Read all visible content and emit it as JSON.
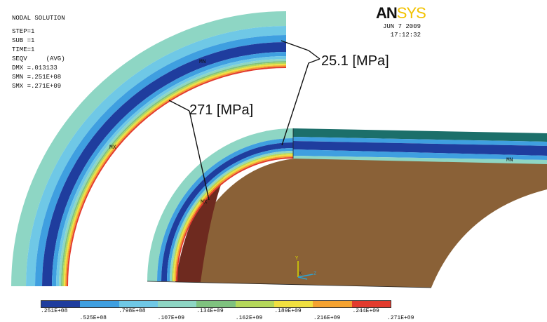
{
  "info": {
    "title": "NODAL SOLUTION",
    "step": "STEP=1",
    "sub": "SUB =1",
    "time": "TIME=1",
    "seqv": "SEQV     (AVG)",
    "dmx": "DMX =.013133",
    "smn": "SMN =.251E+08",
    "smx": "SMX =.271E+09"
  },
  "logo": {
    "an": "AN",
    "sys": "SYS"
  },
  "date": {
    "day": "JUN  7 2009",
    "time": "17:12:32"
  },
  "callouts": {
    "min": "25.1 [MPa]",
    "max": "271 [MPa]"
  },
  "markers": {
    "mn": "MN",
    "mx": "MX",
    "mn_right": "MN",
    "mx_right": "MX"
  },
  "axes": {
    "y": "Y",
    "x": "X",
    "z": "Z"
  },
  "legend": {
    "colors": [
      "#1f3d9e",
      "#3f9fe0",
      "#6fc8e6",
      "#8ed6c4",
      "#7fc27f",
      "#b5d85a",
      "#f1e040",
      "#f4a230",
      "#e23b2e"
    ],
    "labels": [
      ".251E+08",
      ".525E+08",
      ".798E+08",
      ".107E+09",
      ".134E+09",
      ".162E+09",
      ".189E+09",
      ".216E+09",
      ".244E+09",
      ".271E+09"
    ]
  },
  "colors": {
    "surface_brown": "#8a6137",
    "surface_dark": "#6e2a1f",
    "teal": "#1c6f6a"
  }
}
